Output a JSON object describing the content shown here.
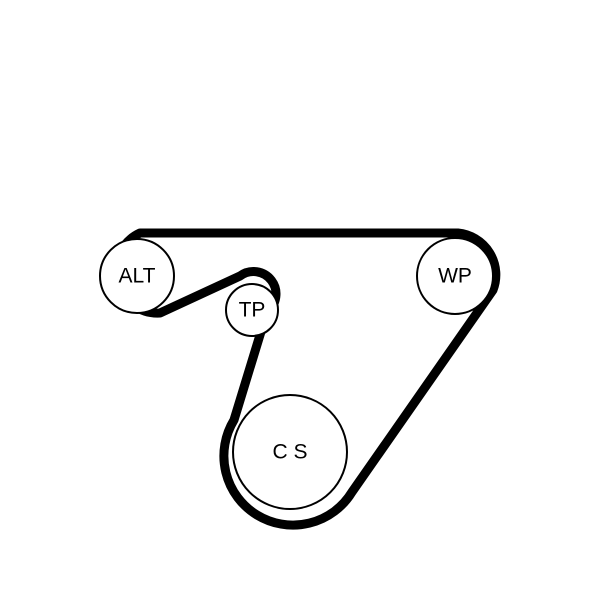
{
  "colors": {
    "belt": "#000000",
    "pulley_stroke": "#000000",
    "pulley_fill": "#ffffff",
    "background": "#ffffff"
  },
  "pulleys": {
    "alt": {
      "label": "ALT"
    },
    "tp": {
      "label": "TP"
    },
    "wp": {
      "label": "WP"
    },
    "cs": {
      "label": "C S"
    }
  }
}
